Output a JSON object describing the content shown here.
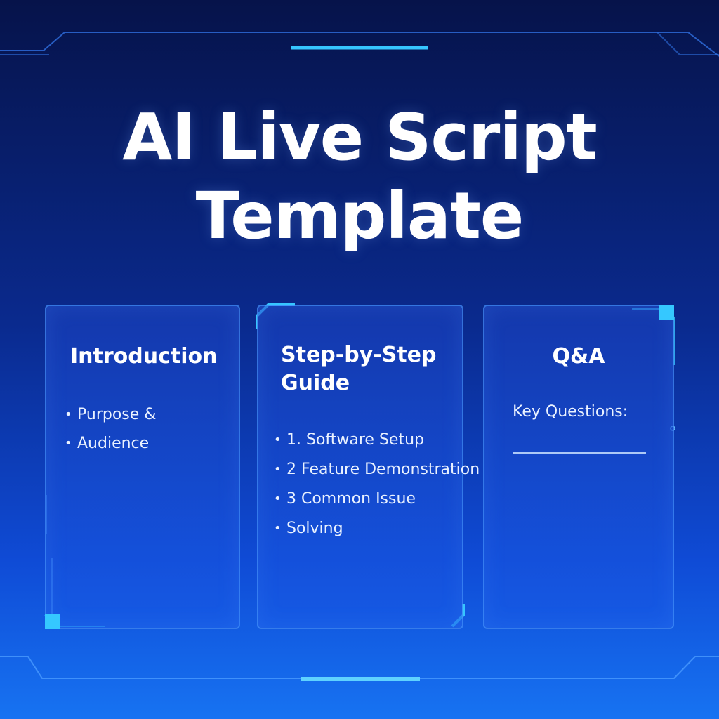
{
  "title": {
    "line1": "AI Live Script",
    "line2": "Template"
  },
  "cards": [
    {
      "heading": "Introduction",
      "items": [
        "Purpose &",
        "Audience"
      ]
    },
    {
      "heading": "Step-by-Step Guide",
      "items": [
        "1. Software Setup",
        "2 Feature Demonstration",
        "3 Common Issue",
        "Solving"
      ]
    },
    {
      "heading": "Q&A",
      "key_label": "Key Questions:"
    }
  ],
  "colors": {
    "background_top": "#06134a",
    "background_bottom": "#1773f2",
    "accent": "#35c8ff",
    "text": "#ffffff"
  }
}
